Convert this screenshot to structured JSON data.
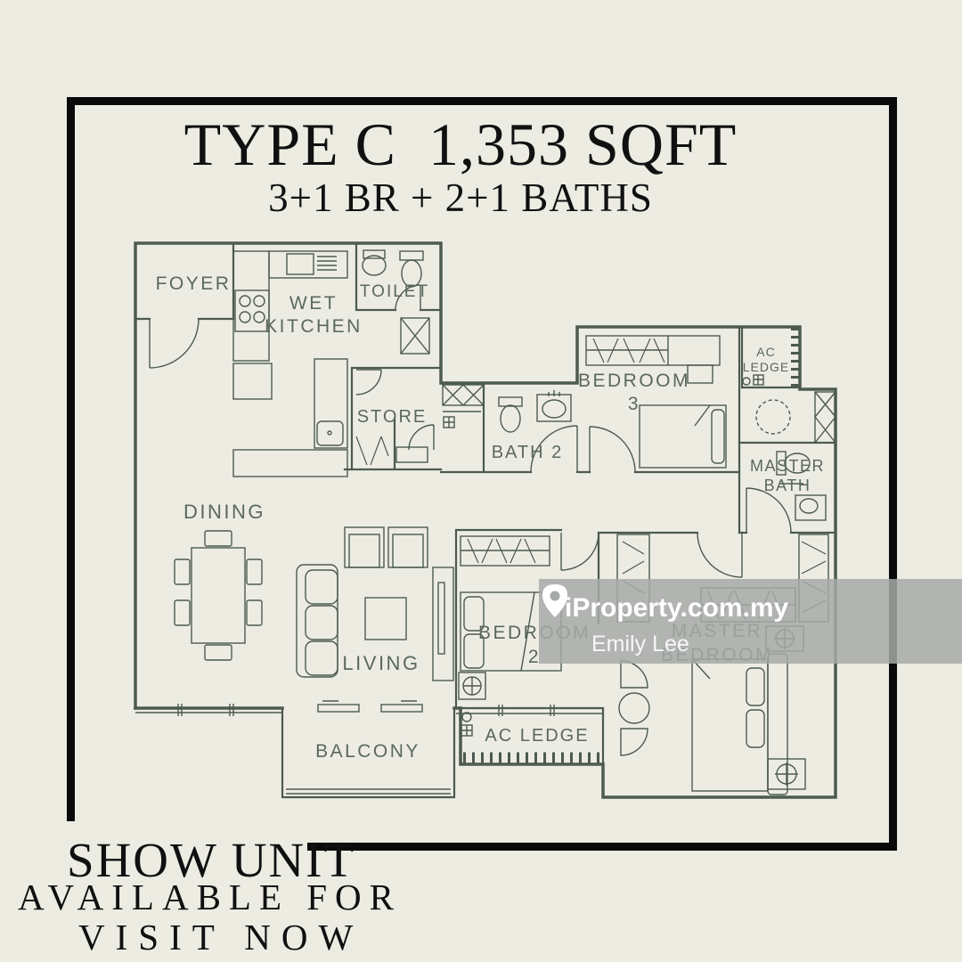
{
  "poster": {
    "background": "#EDECE3",
    "frame_color": "#0A0A0A",
    "header": {
      "title": "TYPE C  1,353 SQFT",
      "subtitle": "3+1 BR + 2+1 BATHS"
    },
    "floorplan": {
      "line_color": "#4C5A50",
      "label_color": "#5A6860",
      "rooms": {
        "foyer": {
          "label": "FOYER"
        },
        "wet_kitchen": {
          "line1": "WET",
          "line2": "KITCHEN"
        },
        "toilet": {
          "label": "TOILET"
        },
        "store": {
          "label": "STORE"
        },
        "bath2": {
          "label": "BATH 2"
        },
        "bedroom3": {
          "line1": "BEDROOM",
          "line2": "3"
        },
        "ac_ledge_top": {
          "line1": "AC",
          "line2": "LEDGE"
        },
        "master_bath": {
          "line1": "MASTER",
          "line2": "BATH"
        },
        "dining": {
          "label": "DINING"
        },
        "living": {
          "label": "LIVING"
        },
        "bedroom2": {
          "line1": "BEDROOM",
          "line2": "2"
        },
        "master_bedroom": {
          "line1": "MASTER",
          "line2": "BEDROOM"
        },
        "balcony": {
          "label": "BALCONY"
        },
        "ac_ledge_bottom": {
          "label": "AC LEDGE"
        }
      }
    },
    "watermark": {
      "band_color": "#A6AAA7",
      "brand": "iProperty.com.my",
      "agent": "Emily Lee",
      "text_color": "#FFFFFF"
    },
    "footer": {
      "line1": "SHOW UNIT",
      "line2": "AVAILABLE FOR",
      "line3": "VISIT NOW"
    }
  }
}
